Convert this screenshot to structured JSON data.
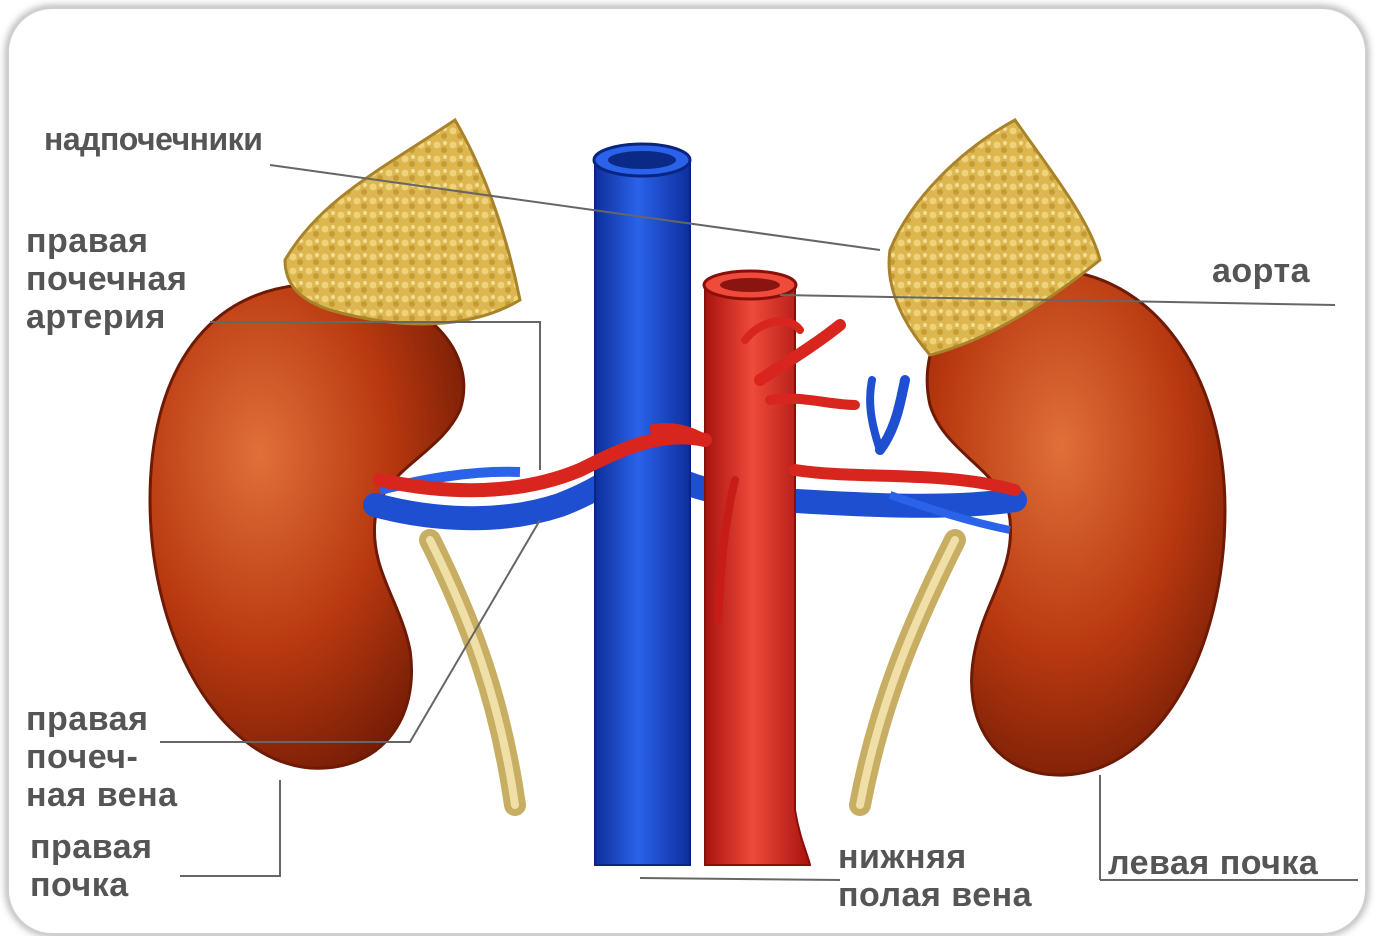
{
  "labels": {
    "adrenal": "надпочечники",
    "right_renal_artery": "правая\nпочечная\nартерия",
    "aorta": "аорта",
    "right_renal_vein": "правая\nпочеч-\nная вена",
    "right_kidney": "правая\nпочка",
    "inferior_vena_cava": "нижняя\nполая вена",
    "left_kidney": "левая почка"
  },
  "colors": {
    "kidney": "#b8380f",
    "kidney_dark": "#7a1c05",
    "adrenal": "#d9b24a",
    "vein": "#1f4fd1",
    "artery": "#e0302a",
    "ureter": "#d8c27a",
    "label_text": "#555555",
    "leader_line": "#666666"
  }
}
